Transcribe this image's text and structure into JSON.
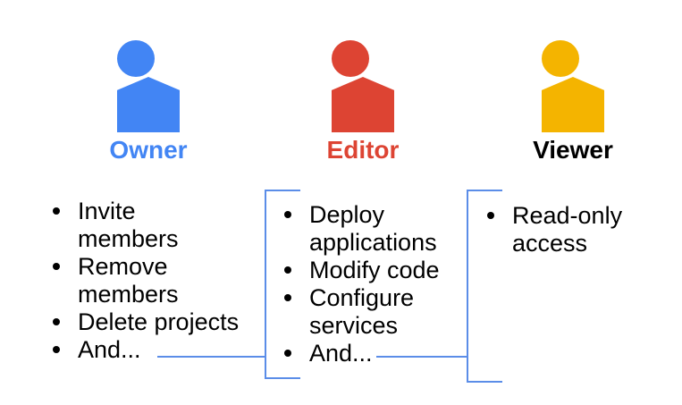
{
  "diagram": {
    "background": "#FFFFFF",
    "bullet_color": "#000000",
    "connector_color": "#5B8DE8",
    "roles": [
      {
        "name": "Owner",
        "icon_color": "#4285F4",
        "label_color": "#4285F4",
        "permissions": [
          "Invite members",
          "Remove members",
          "Delete projects",
          "And..."
        ]
      },
      {
        "name": "Editor",
        "icon_color": "#DD4433",
        "label_color": "#DD4433",
        "permissions": [
          "Deploy applications",
          "Modify code",
          "Configure services",
          "And..."
        ]
      },
      {
        "name": "Viewer",
        "icon_color": "#F4B400",
        "label_color": "#000000",
        "permissions": [
          "Read-only access"
        ]
      }
    ]
  }
}
